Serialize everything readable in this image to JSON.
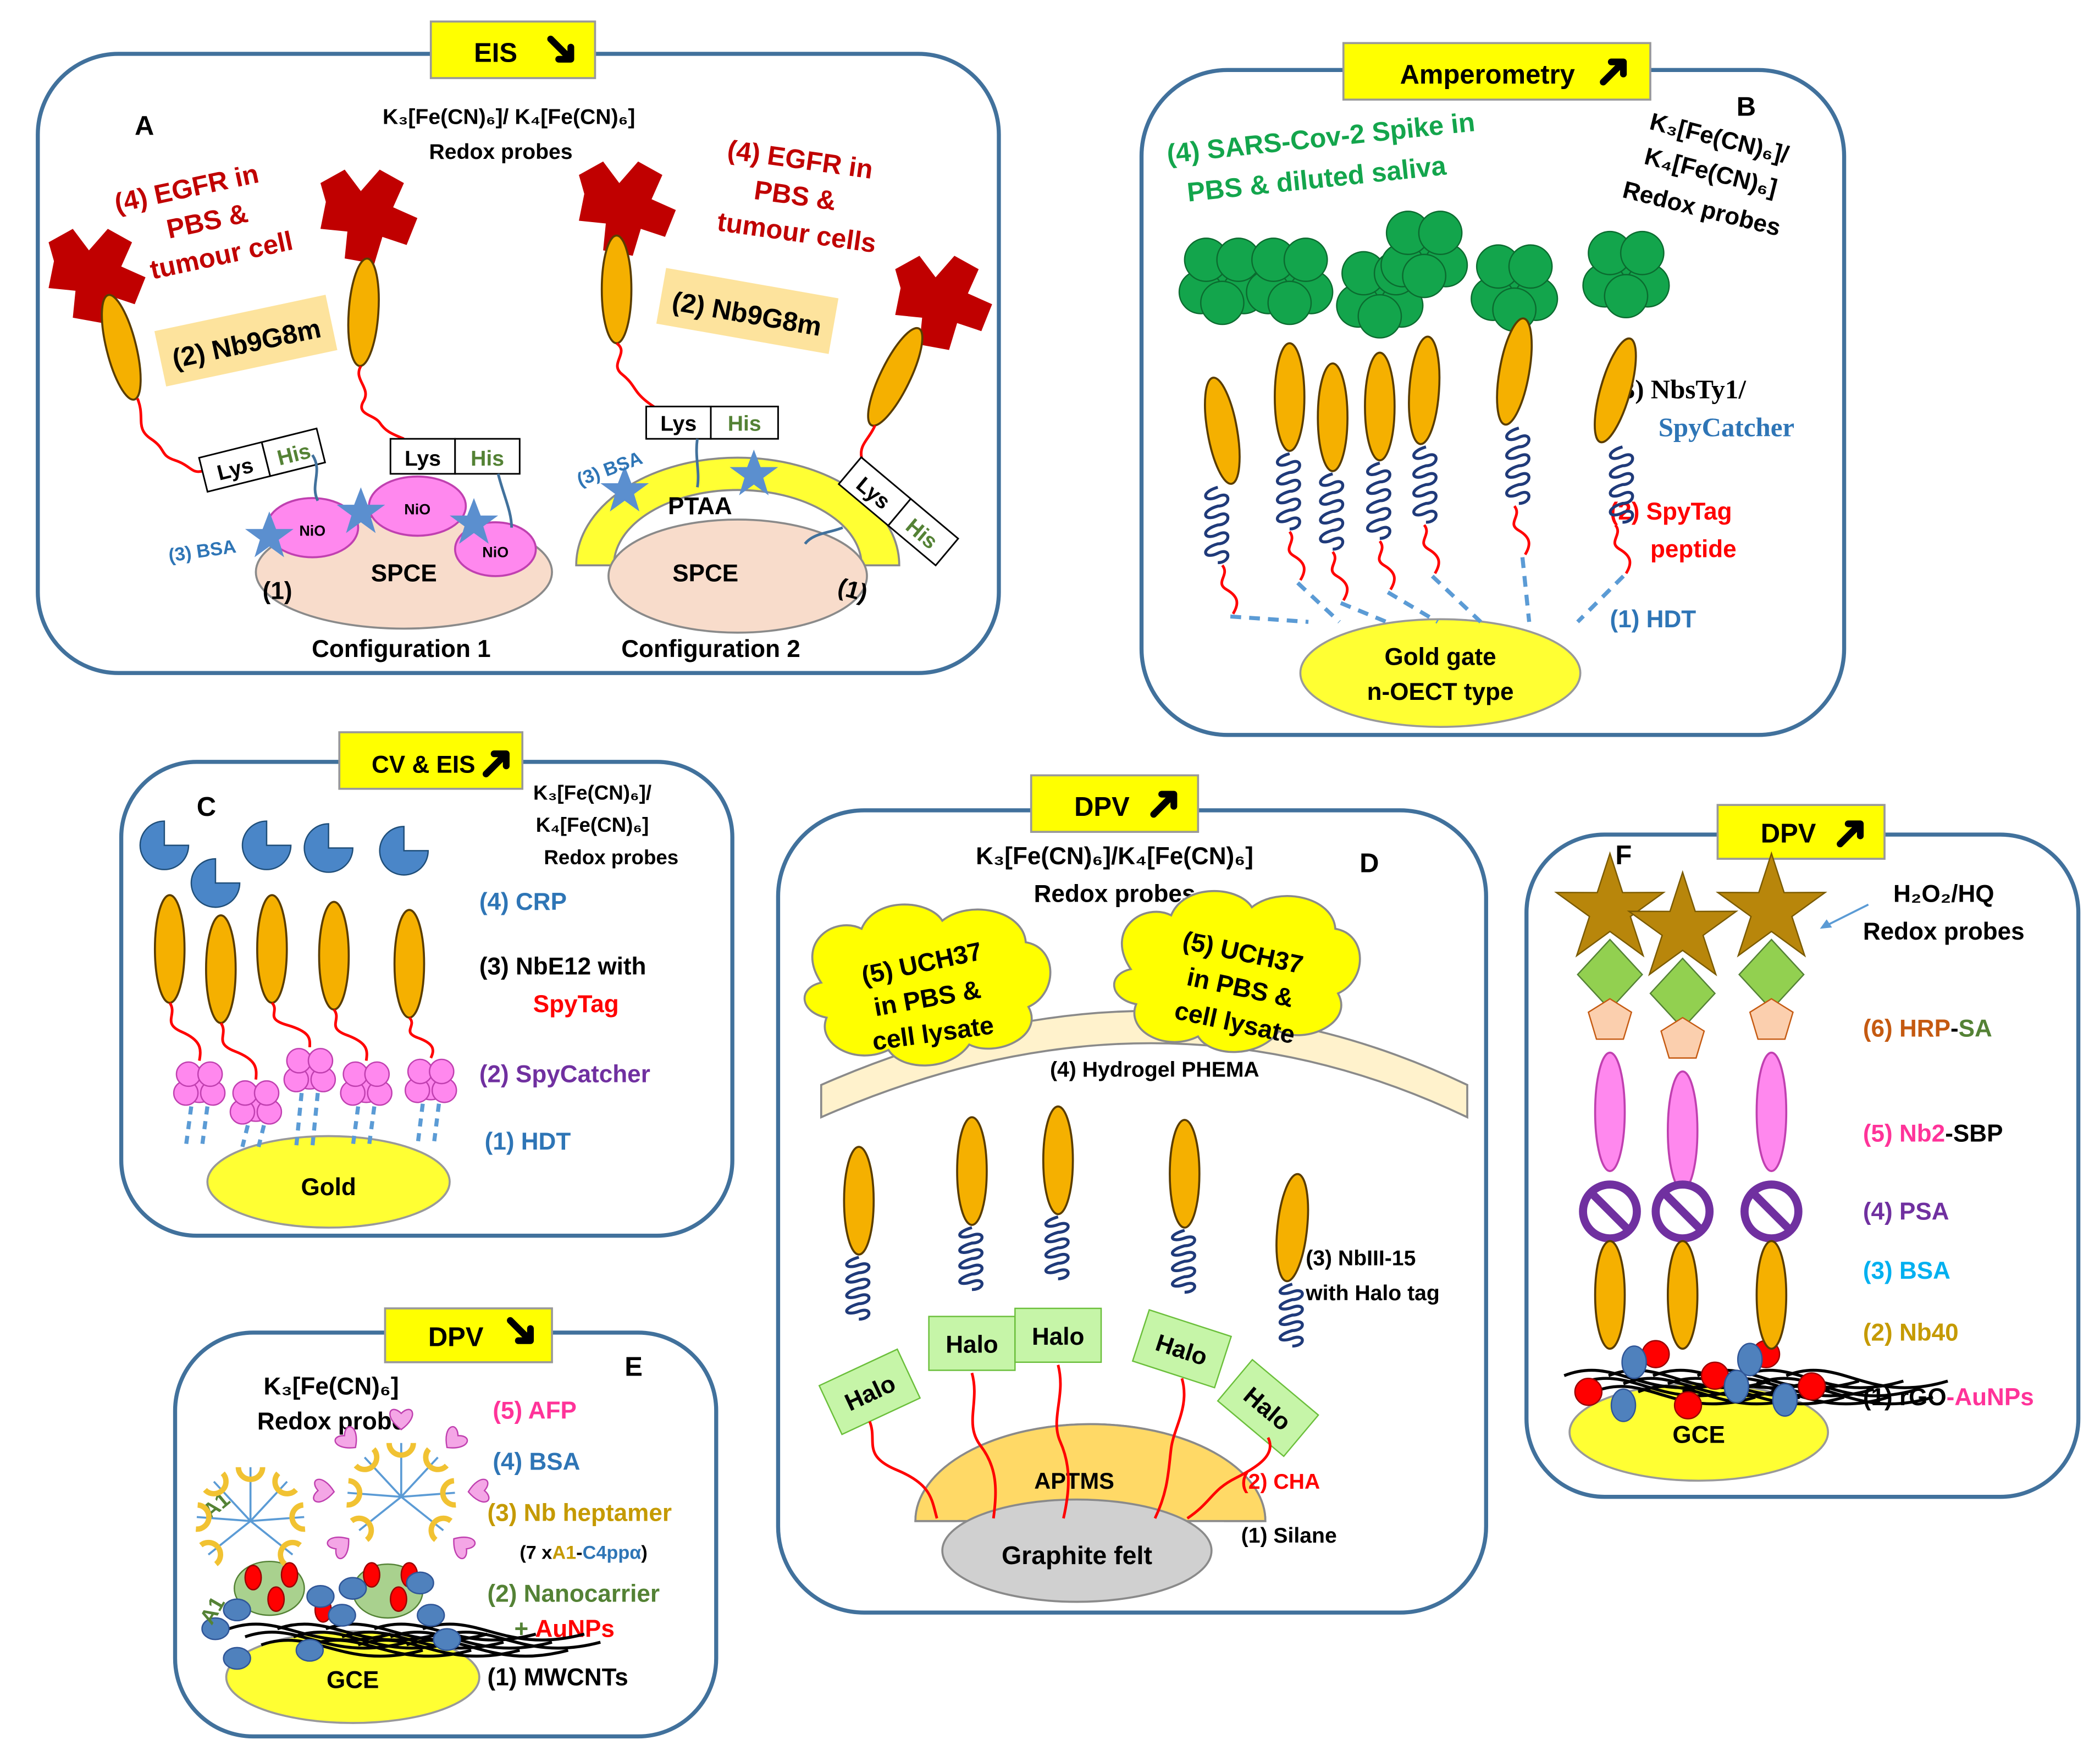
{
  "colors": {
    "panel_border": "#41719c",
    "yellow": "#ffff00",
    "gold_surface": "#ffff33",
    "nanobody": "#f5b000",
    "linker": "#ff0000",
    "coil": "#1f3a7a",
    "dashed": "#5b9bd5",
    "egfr": "#c00000",
    "spike": "#13a54c",
    "pink": "#ff88ee",
    "spce": "#f8dccb",
    "halo": "#c6f5a8",
    "star_blue": "#5b8fcf",
    "crp": "#4a86c8",
    "green_text": "#13a54c",
    "blue_text": "#2e75b6",
    "red_text": "#ff0000",
    "darkred_text": "#c00000",
    "purple_text": "#7030a0",
    "magenta_text": "#ff3399",
    "gold_text": "#c59a00",
    "orange_text": "#c55a11",
    "olive_text": "#548235",
    "psa": "#7030a0",
    "hrp": "#b8860b",
    "sa": "#92d050",
    "peach": "#fbcfae",
    "gray": "#d0d0d0",
    "cyan_text": "#00b0f0"
  },
  "panelA": {
    "header": "EIS",
    "letter": "A",
    "probe_line1": "K₃[Fe(CN)₆]/ K₄[Fe(CN)₆]",
    "probe_line2": "Redox probes",
    "egfr1_l1": "(4) EGFR in",
    "egfr1_l2": "PBS &",
    "egfr1_l3": "tumour cell",
    "egfr2_l1": "(4) EGFR in",
    "egfr2_l2": "PBS &",
    "egfr2_l3": "tumour cells",
    "nb": "(2) Nb9G8m",
    "lys": "Lys",
    "his": "His",
    "bsa": "(3) BSA",
    "nio": "NiO",
    "spce": "SPCE",
    "ptaa": "PTAA",
    "one": "(1)",
    "config1": "Configuration 1",
    "config2": "Configuration 2"
  },
  "panelB": {
    "header": "Amperometry",
    "letter": "B",
    "probe_l1": "K₃[Fe(CN)₆]/",
    "probe_l2": "K₄[Fe(CN)₆]",
    "probe_l3": "Redox probes",
    "spike_l1": "(4) SARS-Cov-2 Spike in",
    "spike_l2": "PBS & diluted saliva",
    "nb_l1": "(3) NbsTy1/",
    "nb_l2": "SpyCatcher",
    "spytag_l1": "(2) SpyTag",
    "spytag_l2": "peptide",
    "hdt": "(1) HDT",
    "gate_l1": "Gold gate",
    "gate_l2": "n-OECT type"
  },
  "panelC": {
    "header": "CV & EIS",
    "letter": "C",
    "probe_l1": "K₃[Fe(CN)₆]/",
    "probe_l2": "K₄[Fe(CN)₆]",
    "probe_l3": "Redox probes",
    "crp": "(4) CRP",
    "nb_l1": "(3) NbE12 with",
    "nb_l2": "SpyTag",
    "spycatcher": "(2) SpyCatcher",
    "hdt": "(1) HDT",
    "gold": "Gold"
  },
  "panelD": {
    "header": "DPV",
    "letter": "D",
    "probe_l1": "K₃[Fe(CN)₆]/K₄[Fe(CN)₆]",
    "probe_l2": "Redox probes",
    "uch_l1": "(5) UCH37",
    "uch_l2": "in PBS &",
    "uch_l3": "cell lysate",
    "hydrogel": "(4) Hydrogel PHEMA",
    "halo": "Halo",
    "nb_l1": "(3) NbIII-15",
    "nb_l2": "with Halo tag",
    "cha": "(2) CHA",
    "silane": "(1) Silane",
    "aptms": "APTMS",
    "felt": "Graphite felt"
  },
  "panelE": {
    "header": "DPV",
    "letter": "E",
    "probe_l1": "K₃[Fe(CN)₆]",
    "probe_l2": "Redox probe",
    "afp": "(5) AFP",
    "bsa": "(4) BSA",
    "hept": "(3) Nb heptamer",
    "seven_a": "(7 x",
    "seven_b": "A1",
    "seven_c": "-",
    "seven_d": "C4ppα",
    "seven_e": ")",
    "nanoc": "(2) Nanocarrier",
    "aunp_plus": "+",
    "aunp": "AuNPs",
    "mwcnt": "(1) MWCNTs",
    "a1": "A1",
    "gce": "GCE"
  },
  "panelF": {
    "header": "DPV",
    "letter": "F",
    "probe_l1": "H₂O₂/HQ",
    "probe_l2": "Redox probes",
    "hrp_a": "(6)",
    "hrp_b": "HRP",
    "hrp_c": "-",
    "hrp_d": "SA",
    "nb2_a": "(5)",
    "nb2_b": "Nb2",
    "nb2_c": "-SBP",
    "psa": "(4) PSA",
    "bsa": "(3) BSA",
    "nb40": "(2) Nb40",
    "rgo_a": "(1) rGO",
    "rgo_b": "-AuNPs",
    "gce": "GCE"
  }
}
